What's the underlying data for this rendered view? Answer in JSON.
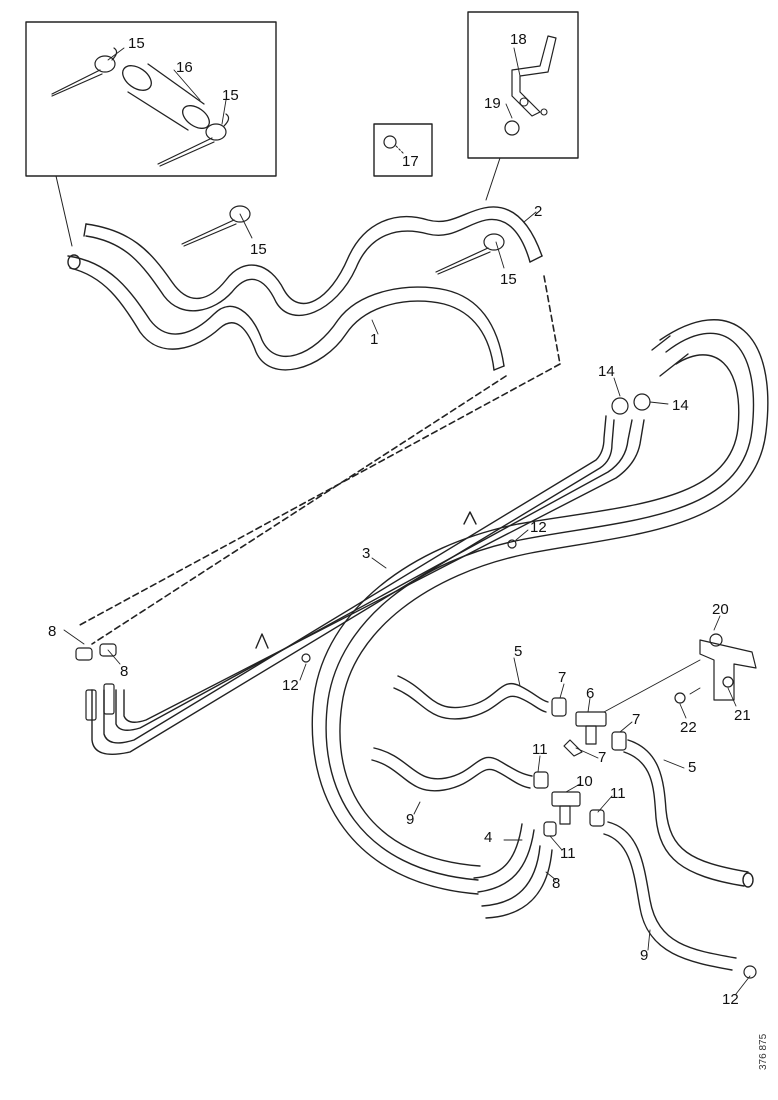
{
  "diagram": {
    "callouts": {
      "c1": "1",
      "c2": "2",
      "c3": "3",
      "c4": "4",
      "c5a": "5",
      "c5b": "5",
      "c6": "6",
      "c7a": "7",
      "c7b": "7",
      "c7c": "7",
      "c8a": "8",
      "c8b": "8",
      "c8c": "8",
      "c9a": "9",
      "c9b": "9",
      "c10": "10",
      "c11a": "11",
      "c11b": "11",
      "c11c": "11",
      "c12a": "12",
      "c12b": "12",
      "c12c": "12",
      "c14a": "14",
      "c14b": "14",
      "c15a": "15",
      "c15b": "15",
      "c15c": "15",
      "c15d": "15",
      "c16": "16",
      "c17": "17",
      "c18": "18",
      "c19": "19",
      "c20": "20",
      "c21": "21",
      "c22": "22"
    },
    "reference_code": "376 875"
  }
}
